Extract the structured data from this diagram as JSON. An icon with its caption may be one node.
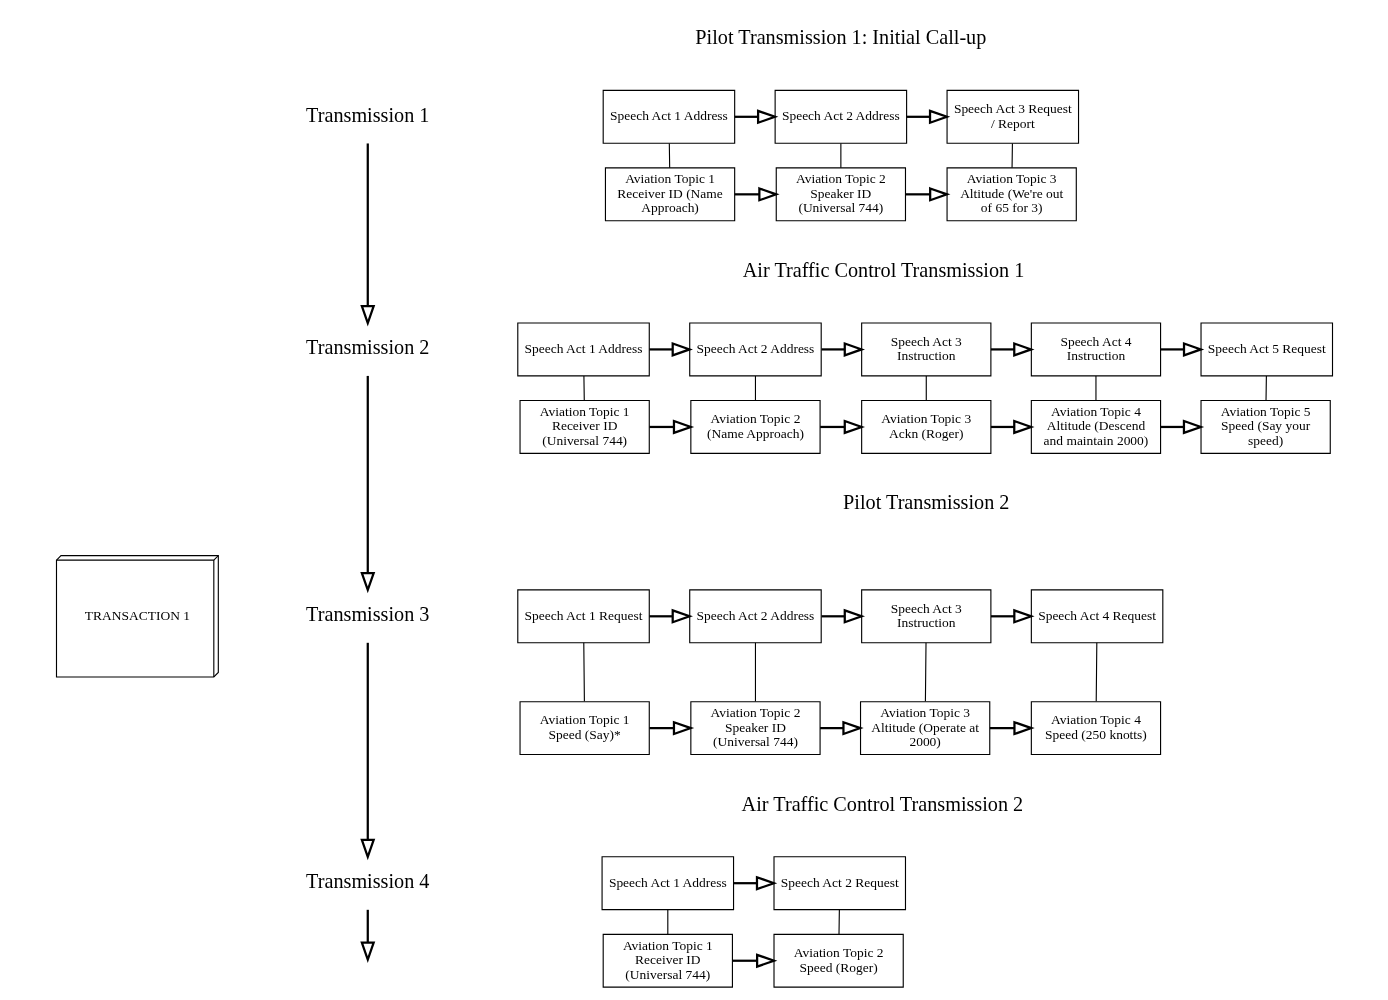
{
  "diagram": {
    "nodes": [
      {
        "text": [
          "TRANSACTION 1"
        ]
      },
      {
        "text": [
          "Transmission 1"
        ]
      },
      {
        "text": [
          "Speech Act 1 Address"
        ]
      },
      {
        "text": [
          "Speech Act 2 Address"
        ]
      },
      {
        "text": [
          "Speech Act 3 Request / Report"
        ]
      },
      {
        "text": [
          "Aviation Topic 1 Receiver ID (Name Approach)"
        ]
      },
      {
        "text": [
          "Aviation Topic 2 Speaker ID (Universal 744)"
        ]
      },
      {
        "text": [
          "Aviation Topic 3 Altitude (We're out of 65 for 3)"
        ]
      },
      {
        "text": [
          "Transmission 2"
        ]
      },
      {
        "text": [
          "Speech Act 1 Address"
        ]
      },
      {
        "text": [
          "Speech Act 2 Address"
        ]
      },
      {
        "text": [
          "Speech Act 3 Instruction"
        ]
      },
      {
        "text": [
          "Speech Act 4 Instruction"
        ]
      },
      {
        "text": [
          "Speech Act 5 Request"
        ]
      },
      {
        "text": [
          "Aviation Topic 1 Receiver ID (Universal 744)"
        ]
      },
      {
        "text": [
          "Aviation Topic 2 (Name Approach)"
        ]
      },
      {
        "text": [
          "Aviation Topic 3 Ackn (Roger)"
        ]
      },
      {
        "text": [
          "Aviation Topic 4 Altitude (Descend and maintain 2000)"
        ]
      },
      {
        "text": [
          "Aviation Topic 5 Speed (Say your speed)"
        ]
      },
      {
        "text": [
          "Transmission 3"
        ]
      },
      {
        "text": [
          "Speech Act 1 Request"
        ]
      },
      {
        "text": [
          "Speech Act 2 Address"
        ]
      },
      {
        "text": [
          "Speech Act 3 Instruction"
        ]
      },
      {
        "text": [
          "Speech Act 4 Request"
        ]
      },
      {
        "text": [
          "Aviation Topic 1 Speed (Say)*"
        ]
      },
      {
        "text": [
          "Aviation Topic 2 Speaker ID (Universal 744)"
        ]
      },
      {
        "text": [
          "Aviation Topic 3 Altitude (Operate at 2000)"
        ]
      },
      {
        "text": [
          "Aviation Topic 4 Speed (250 knotts)"
        ]
      },
      {
        "text": [
          "Transmission 4"
        ]
      },
      {
        "text": [
          "Speech Act 1 Address"
        ]
      },
      {
        "text": [
          "Speech Act 2 Request"
        ]
      },
      {
        "text": [
          "Aviation Topic 1 Receiver ID (Universal 744)"
        ]
      },
      {
        "text": [
          "Aviation Topic 2 Speed (Roger)"
        ]
      }
    ],
    "edges": [
      {
        "from": 1,
        "to": 8,
        "arrow": "to"
      },
      {
        "from": 8,
        "to": 19,
        "arrow": "to"
      },
      {
        "from": 19,
        "to": 28,
        "arrow": "to"
      },
      {
        "from": 28,
        "to": null,
        "arrow": "to"
      },
      {
        "from": 2,
        "to": 3,
        "arrow": "to"
      },
      {
        "from": 3,
        "to": 4,
        "arrow": "to"
      },
      {
        "from": 5,
        "to": 6,
        "arrow": "to"
      },
      {
        "from": 6,
        "to": 7,
        "arrow": "to"
      },
      {
        "from": 2,
        "to": 5,
        "arrow": "none"
      },
      {
        "from": 3,
        "to": 6,
        "arrow": "none"
      },
      {
        "from": 4,
        "to": 7,
        "arrow": "none"
      },
      {
        "from": 9,
        "to": 10,
        "arrow": "to"
      },
      {
        "from": 10,
        "to": 11,
        "arrow": "to"
      },
      {
        "from": 11,
        "to": 12,
        "arrow": "to"
      },
      {
        "from": 12,
        "to": 13,
        "arrow": "to"
      },
      {
        "from": 14,
        "to": 15,
        "arrow": "to"
      },
      {
        "from": 15,
        "to": 16,
        "arrow": "to"
      },
      {
        "from": 16,
        "to": 17,
        "arrow": "to"
      },
      {
        "from": 17,
        "to": 18,
        "arrow": "to"
      },
      {
        "from": 9,
        "to": 14,
        "arrow": "none"
      },
      {
        "from": 10,
        "to": 15,
        "arrow": "none"
      },
      {
        "from": 11,
        "to": 16,
        "arrow": "none"
      },
      {
        "from": 12,
        "to": 17,
        "arrow": "none"
      },
      {
        "from": 13,
        "to": 18,
        "arrow": "none"
      },
      {
        "from": 20,
        "to": 21,
        "arrow": "to"
      },
      {
        "from": 21,
        "to": 22,
        "arrow": "to"
      },
      {
        "from": 22,
        "to": 23,
        "arrow": "to"
      },
      {
        "from": 24,
        "to": 25,
        "arrow": "to"
      },
      {
        "from": 25,
        "to": 26,
        "arrow": "to"
      },
      {
        "from": 26,
        "to": 27,
        "arrow": "to"
      },
      {
        "from": 20,
        "to": 24,
        "arrow": "none"
      },
      {
        "from": 21,
        "to": 25,
        "arrow": "none"
      },
      {
        "from": 22,
        "to": 26,
        "arrow": "none"
      },
      {
        "from": 23,
        "to": 27,
        "arrow": "none"
      },
      {
        "from": 29,
        "to": 30,
        "arrow": "to"
      },
      {
        "from": 31,
        "to": 32,
        "arrow": "to"
      },
      {
        "from": 29,
        "to": 31,
        "arrow": "none"
      },
      {
        "from": 30,
        "to": 32,
        "arrow": "none"
      }
    ],
    "labels": [
      "Pilot Transmission 1: Initial Call-up",
      "Air Traffic Control Transmission 1",
      "Pilot Transmission 2",
      "Air Traffic Control Transmission 2"
    ]
  }
}
